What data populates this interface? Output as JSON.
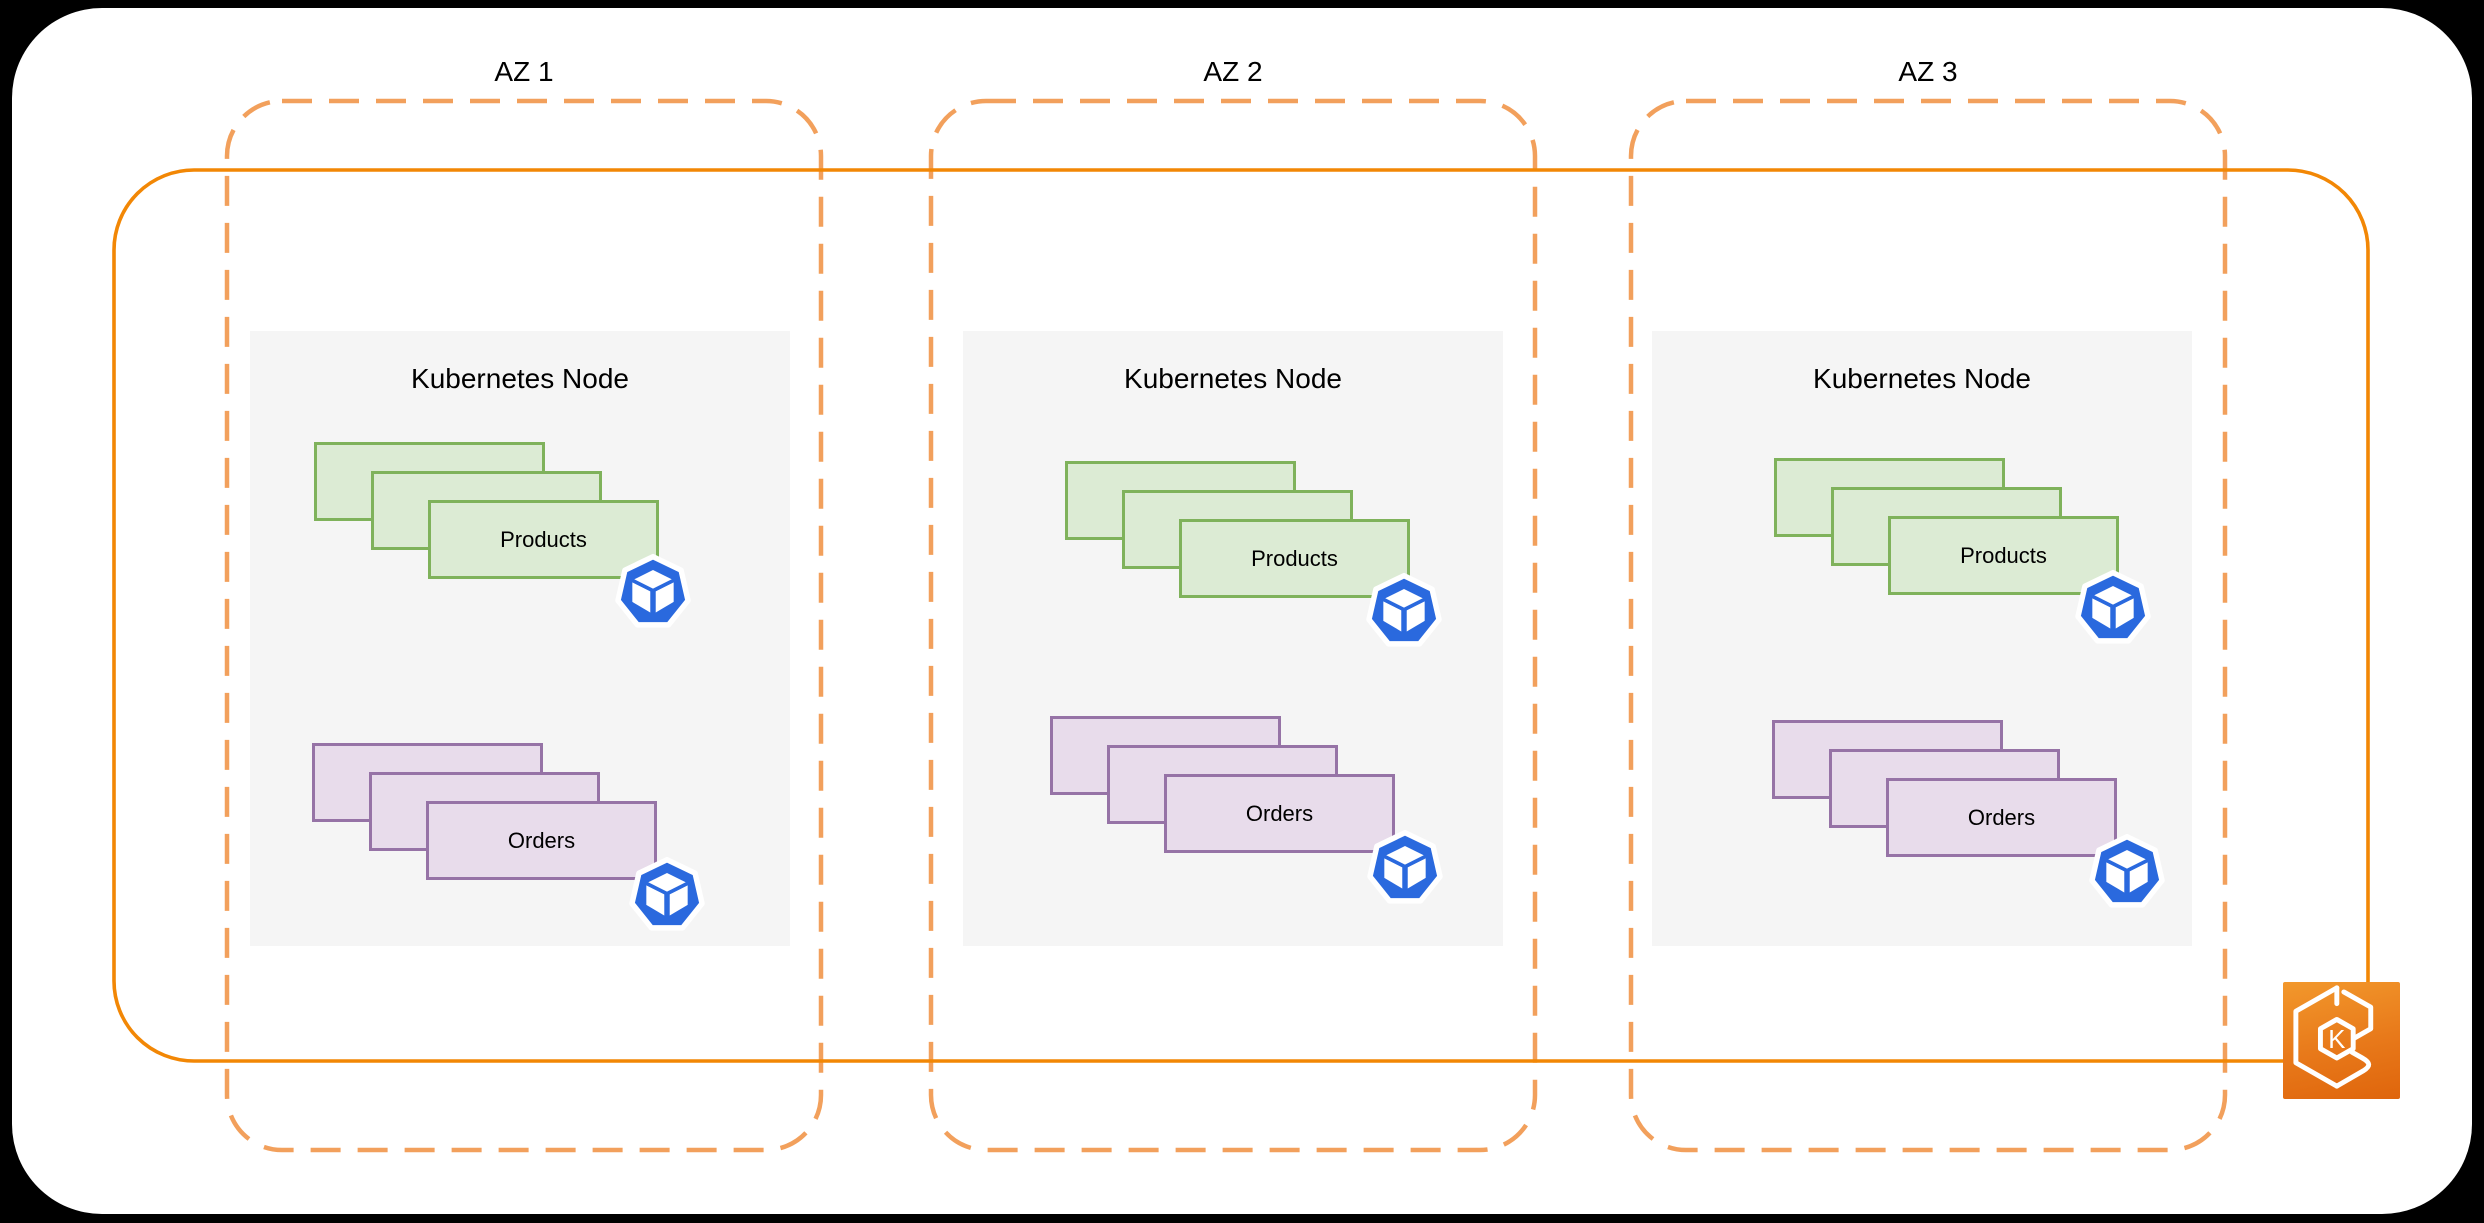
{
  "scene": {
    "background_color": "#000000",
    "canvas_color": "#FFFFFF"
  },
  "cluster_boundary": {
    "name": "Amazon EKS cluster boundary",
    "border_color": "#F28705",
    "icon": "amazon-eks-icon",
    "icon_letter": "K",
    "icon_gradient": [
      "#F2982C",
      "#DF650C"
    ]
  },
  "availability_zones": [
    {
      "label": "AZ 1",
      "node": {
        "title": "Kubernetes Node",
        "workloads": [
          {
            "label": "Products",
            "replica_count": 3,
            "icon": "kubernetes-pod-icon",
            "fill_color": "#DCEBD4",
            "border_color": "#7FB25B"
          },
          {
            "label": "Orders",
            "replica_count": 3,
            "icon": "kubernetes-pod-icon",
            "fill_color": "#E8DCEB",
            "border_color": "#9673A6"
          }
        ]
      }
    },
    {
      "label": "AZ 2",
      "node": {
        "title": "Kubernetes Node",
        "workloads": [
          {
            "label": "Products",
            "replica_count": 3,
            "icon": "kubernetes-pod-icon",
            "fill_color": "#DCEBD4",
            "border_color": "#7FB25B"
          },
          {
            "label": "Orders",
            "replica_count": 3,
            "icon": "kubernetes-pod-icon",
            "fill_color": "#E8DCEB",
            "border_color": "#9673A6"
          }
        ]
      }
    },
    {
      "label": "AZ 3",
      "node": {
        "title": "Kubernetes Node",
        "workloads": [
          {
            "label": "Products",
            "replica_count": 3,
            "icon": "kubernetes-pod-icon",
            "fill_color": "#DCEBD4",
            "border_color": "#7FB25B"
          },
          {
            "label": "Orders",
            "replica_count": 3,
            "icon": "kubernetes-pod-icon",
            "fill_color": "#E8DCEB",
            "border_color": "#9673A6"
          }
        ]
      }
    }
  ],
  "colors": {
    "az_boundary_dashed": "#F2A05C",
    "cluster_boundary_solid": "#F28705",
    "node_fill": "#F5F5F5",
    "pod_icon_blue": "#2A69DE",
    "text": "#000000"
  }
}
